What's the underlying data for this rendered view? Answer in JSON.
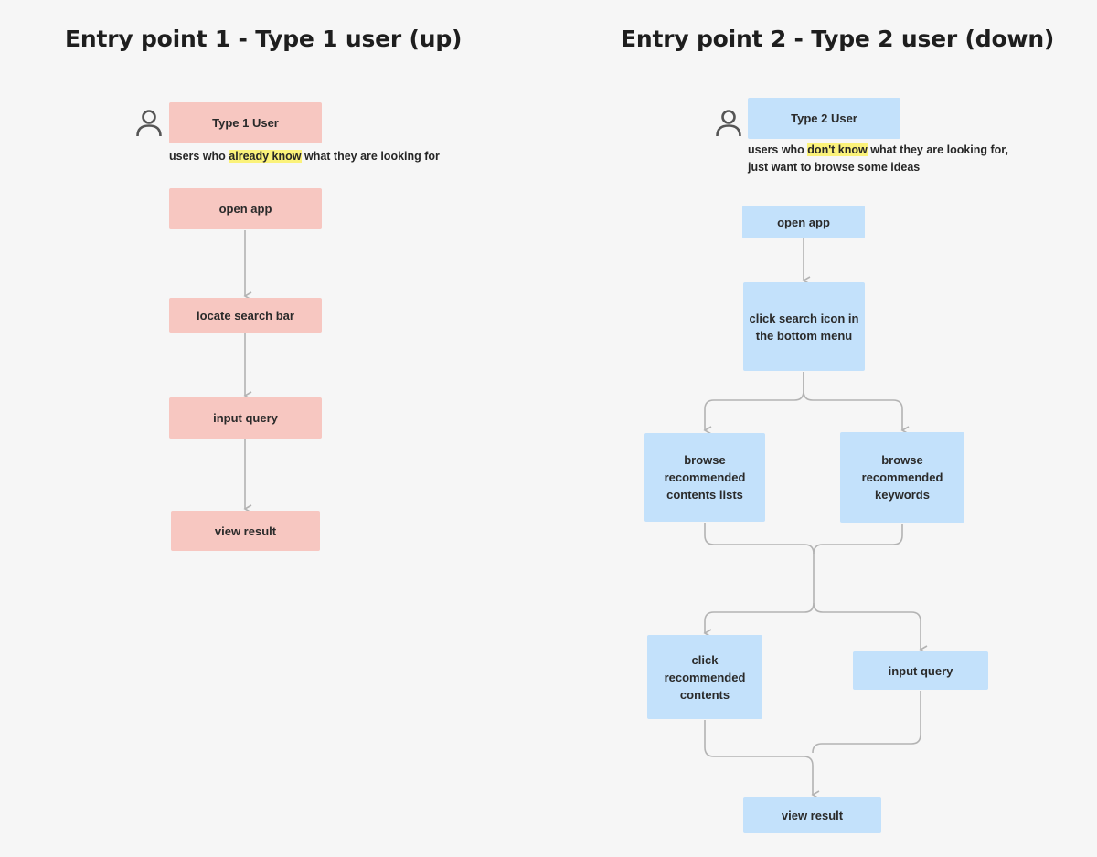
{
  "colors": {
    "background": "#f6f6f6",
    "type1_box": "#f7c7c1",
    "type2_box": "#c3e1fb",
    "highlight": "#fbf27a",
    "connector": "#b3b3b3"
  },
  "entry1": {
    "title": "Entry point 1 - Type 1 user (up)",
    "user_icon": "person-icon",
    "user_label": "Type 1 User",
    "desc_pre": "users who ",
    "desc_highlight": "already know",
    "desc_post": " what they are looking for",
    "steps": [
      "open app",
      "locate search bar",
      "input query",
      "view result"
    ]
  },
  "entry2": {
    "title": "Entry point 2 - Type 2 user (down)",
    "user_icon": "person-icon",
    "user_label": "Type 2 User",
    "desc_pre": "users who ",
    "desc_highlight": "don't know",
    "desc_post": " what they are looking for,",
    "desc_line2": "just want to browse some ideas",
    "open_app": "open app",
    "click_search": "click search icon in\nthe bottom menu",
    "browse_lists": "browse\nrecommended\ncontents lists",
    "browse_keywords": "browse\nrecommended\nkeywords",
    "click_contents": "click\nrecommended\ncontents",
    "input_query": "input query",
    "view_result": "view result"
  }
}
